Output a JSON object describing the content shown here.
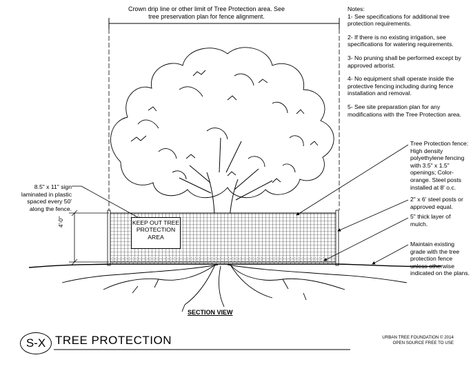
{
  "crown_note": "Crown drip line or other limit of Tree Protection area. See tree preservation plan for fence alignment.",
  "notes": {
    "heading": "Notes:",
    "items": [
      "1- See specifications for additional tree protection requirements.",
      "2- If there is no existing irrigation, see specifications for watering requirements.",
      "3- No pruning shall be performed except by approved arborist.",
      "4- No equipment shall operate inside the protective fencing including during fence installation and removal.",
      "5- See site preparation plan for any modifications with the Tree Protection area."
    ]
  },
  "callouts": {
    "fence": "Tree Protection fence: High density polyethylene fencing with 3.5\" x 1.5\" openings; Color-orange. Steel posts installed at 8' o.c.",
    "posts": "2\" x 6' steel posts or approved equal.",
    "mulch": "5\" thick layer of mulch.",
    "grade": "Maintain existing grade with the tree protection fence unless otherwise indicated on the plans.",
    "sign": "8.5\" x 11\" sign laminated in plastic spaced every 50' along the fence."
  },
  "sign_text": "KEEP OUT TREE PROTECTION AREA",
  "dimension": "4'-0\"",
  "section_view": "SECTION VIEW",
  "detail_id": "S-X",
  "detail_title": "TREE PROTECTION",
  "credit_line1": "URBAN TREE FOUNDATION © 2014",
  "credit_line2": "OPEN SOURCE FREE TO USE"
}
